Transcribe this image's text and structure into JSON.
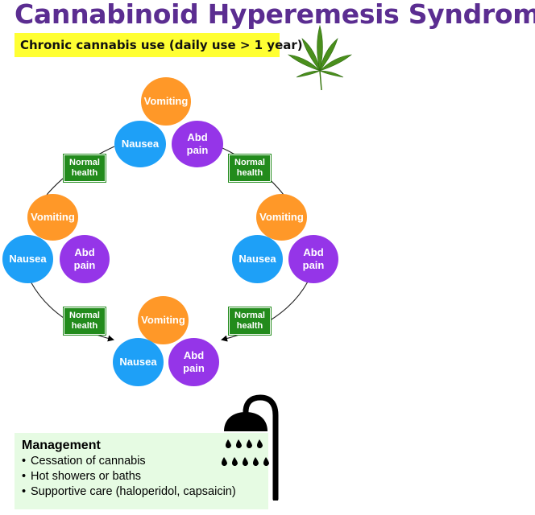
{
  "title": "Cannabinoid Hyperemesis Syndrome",
  "subtitle": "Chronic cannabis use (daily use > 1 year)",
  "colors": {
    "title": "#5b2d91",
    "subtitle_bg": "#ffff33",
    "vomiting": "#ff9828",
    "nausea": "#1ea0f7",
    "abd_pain": "#9535e8",
    "normal_health": "#228b1c",
    "management_bg": "#e6fbe3"
  },
  "clusters": [
    {
      "vomiting": "Vomiting",
      "nausea": "Nausea",
      "abd_pain": "Abd pain"
    },
    {
      "vomiting": "Vomiting",
      "nausea": "Nausea",
      "abd_pain": "Abd pain"
    },
    {
      "vomiting": "Vomiting",
      "nausea": "Nausea",
      "abd_pain": "Abd pain"
    },
    {
      "vomiting": "Vomiting",
      "nausea": "Nausea",
      "abd_pain": "Abd pain"
    }
  ],
  "normal_health": [
    "Normal health",
    "Normal health",
    "Normal health",
    "Normal health"
  ],
  "management": {
    "title": "Management",
    "items": [
      "Cessation of cannabis",
      "Hot showers or baths",
      "Supportive care (haloperidol, capsaicin)"
    ]
  },
  "icons": [
    "cannabis-leaf-icon",
    "shower-icon"
  ]
}
